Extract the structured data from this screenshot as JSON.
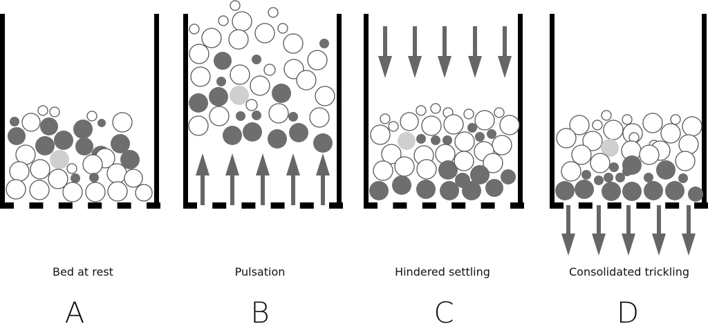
{
  "title": "Stages of a jig bed cycle",
  "colors": {
    "wall": "#000000",
    "light_particle_fill": "#ffffff",
    "light_particle_stroke": "#555555",
    "heavy_particle": "#6e6e6e",
    "tracer_particle": "#cfcfcf",
    "arrow": "#666666",
    "text": "#111111"
  },
  "panels": [
    {
      "letter": "A",
      "caption": "Bed at rest",
      "flow": "none"
    },
    {
      "letter": "B",
      "caption": "Pulsation",
      "flow": "upward"
    },
    {
      "letter": "C",
      "caption": "Hindered settling",
      "flow": "downward"
    },
    {
      "letter": "D",
      "caption": "Consolidated trickling",
      "flow": "downward-through-screen"
    }
  ]
}
